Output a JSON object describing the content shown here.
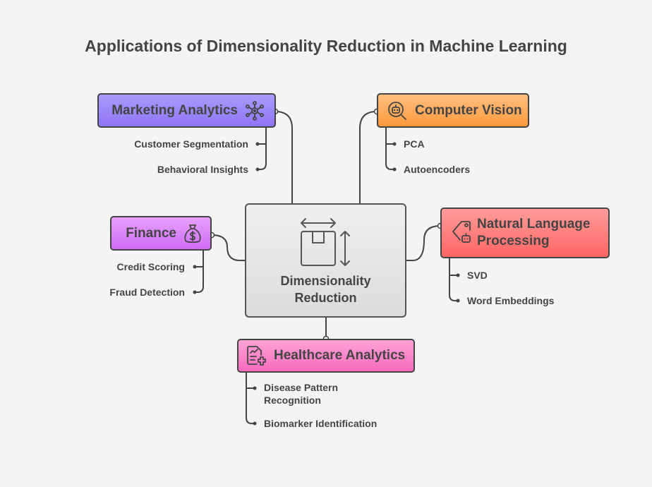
{
  "title": "Applications of Dimensionality Reduction in Machine Learning",
  "center": {
    "label_line1": "Dimensionality",
    "label_line2": "Reduction",
    "icon": "box-dimensions-icon"
  },
  "colors": {
    "marketing": "#9b86f8",
    "vision": "#ffa94f",
    "finance": "#dc85f8",
    "nlp": "#ff7f7d",
    "healthcare": "#fa83c8",
    "center": "#e4e4e4",
    "line": "#444444"
  },
  "branches": {
    "marketing": {
      "label": "Marketing Analytics",
      "icon": "network-eye-icon",
      "items": [
        "Customer Segmentation",
        "Behavioral Insights"
      ]
    },
    "vision": {
      "label": "Computer Vision",
      "icon": "robot-magnifier-icon",
      "items": [
        "PCA",
        "Autoencoders"
      ]
    },
    "finance": {
      "label": "Finance",
      "icon": "money-bag-icon",
      "items": [
        "Credit Scoring",
        "Fraud Detection"
      ]
    },
    "nlp": {
      "label_line1": "Natural Language",
      "label_line2": "Processing",
      "icon": "tag-robot-icon",
      "items": [
        "SVD",
        "Word Embeddings"
      ]
    },
    "healthcare": {
      "label": "Healthcare Analytics",
      "icon": "medical-chart-icon",
      "items": [
        "Disease Pattern",
        "Recognition",
        "Biomarker Identification"
      ]
    }
  }
}
